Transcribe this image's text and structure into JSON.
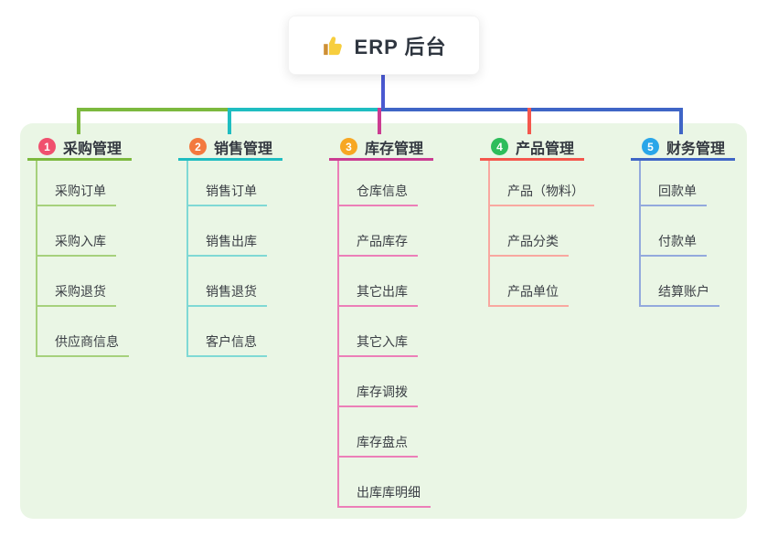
{
  "root": {
    "label": "ERP 后台",
    "icon": "thumbs-up-icon"
  },
  "panel": {
    "background": "#eaf6e5"
  },
  "connectors": {
    "trunk_color": "#4a59d1"
  },
  "branches": [
    {
      "num": "1",
      "label": "采购管理",
      "badge_color": "#f0506e",
      "line_color": "#7cb93e",
      "light_color": "#a6d17c",
      "items": [
        "采购订单",
        "采购入库",
        "采购退货",
        "供应商信息"
      ]
    },
    {
      "num": "2",
      "label": "销售管理",
      "badge_color": "#f3793f",
      "line_color": "#1fbdc1",
      "light_color": "#7fd9d5",
      "items": [
        "销售订单",
        "销售出库",
        "销售退货",
        "客户信息"
      ]
    },
    {
      "num": "3",
      "label": "库存管理",
      "badge_color": "#f7a723",
      "line_color": "#cb3c92",
      "light_color": "#ec7fb8",
      "items": [
        "仓库信息",
        "产品库存",
        "其它出库",
        "其它入库",
        "库存调拨",
        "库存盘点",
        "出库库明细"
      ]
    },
    {
      "num": "4",
      "label": "产品管理",
      "badge_color": "#2ebd5b",
      "line_color": "#f4574d",
      "light_color": "#f9a8a0",
      "items": [
        "产品（物料）",
        "产品分类",
        "产品单位"
      ]
    },
    {
      "num": "5",
      "label": "财务管理",
      "badge_color": "#2aa6e9",
      "line_color": "#3f65c6",
      "light_color": "#93a9dd",
      "items": [
        "回款单",
        "付款单",
        "结算账户"
      ]
    }
  ]
}
